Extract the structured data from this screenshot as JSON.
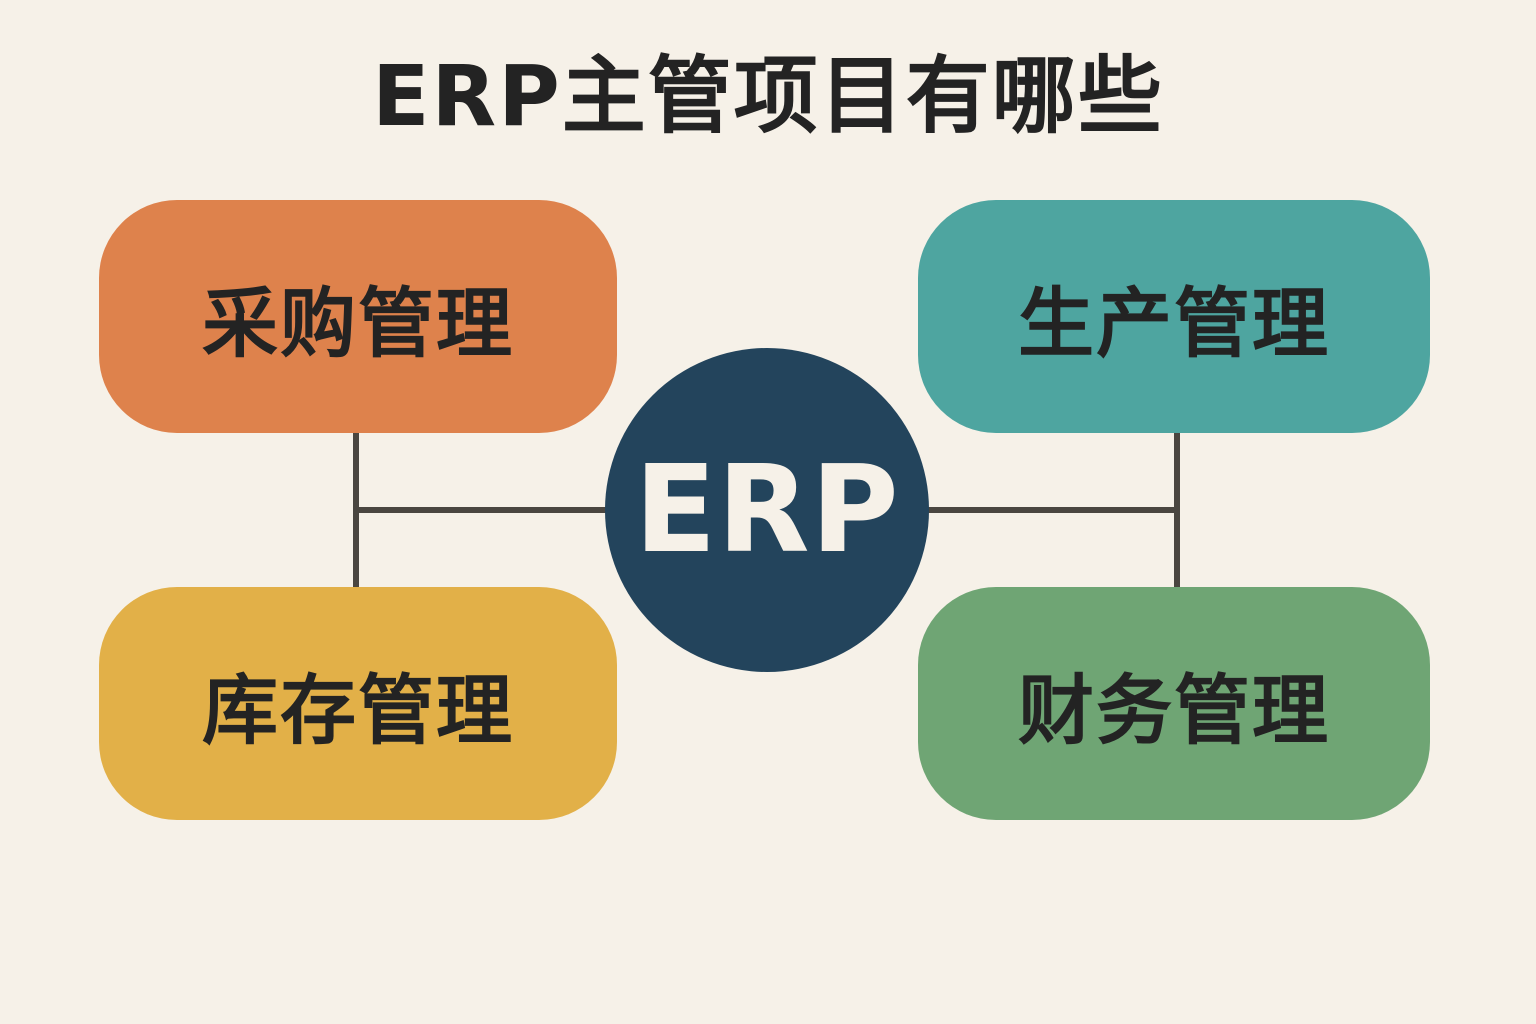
{
  "title": "ERP主管项目有哪些",
  "hub": {
    "label": "ERP",
    "color": "#23445C",
    "text_color": "#F6F1E8"
  },
  "modules": [
    {
      "id": "purchasing",
      "label": "采购管理",
      "color": "#DE824C",
      "position": "top-left"
    },
    {
      "id": "production",
      "label": "生产管理",
      "color": "#4EA5A0",
      "position": "top-right"
    },
    {
      "id": "inventory",
      "label": "库存管理",
      "color": "#E2B048",
      "position": "bottom-left"
    },
    {
      "id": "finance",
      "label": "财务管理",
      "color": "#6FA574",
      "position": "bottom-right"
    }
  ],
  "colors": {
    "background": "#F6F1E8",
    "text": "#232323",
    "connector": "#4A4640"
  }
}
